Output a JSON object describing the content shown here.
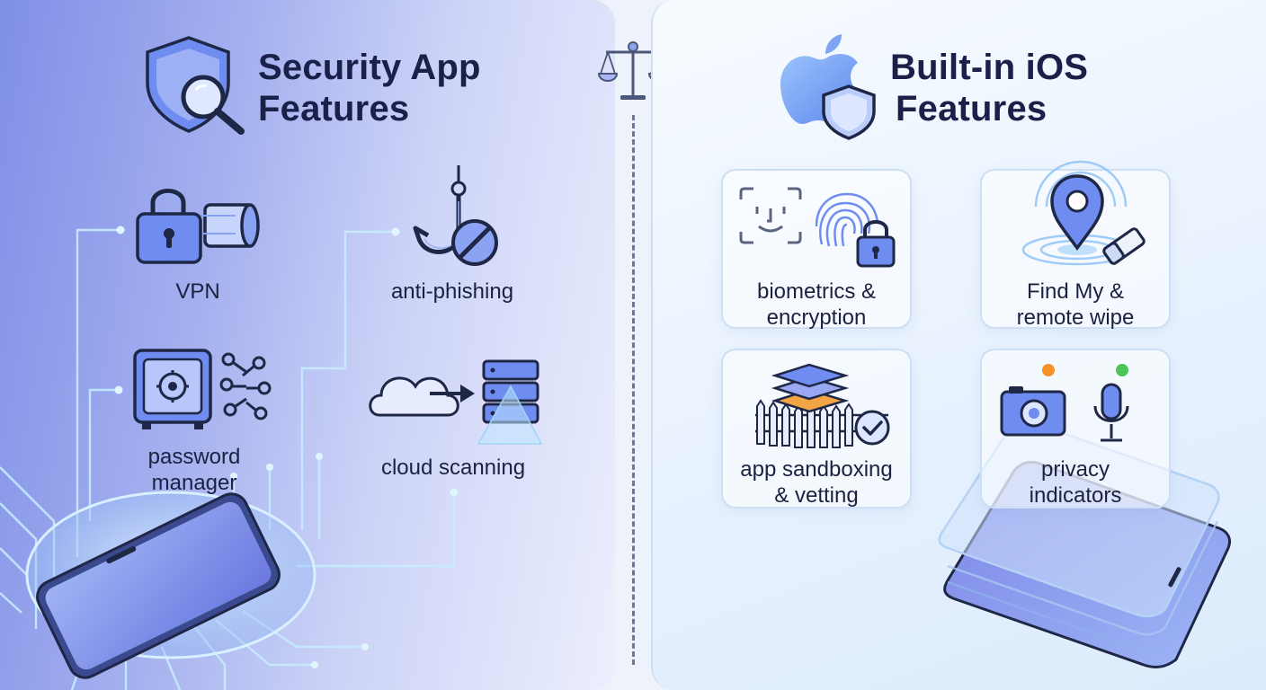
{
  "security_app": {
    "title_line1": "Security App",
    "title_line2": "Features",
    "features": [
      {
        "lines": [
          "VPN"
        ]
      },
      {
        "lines": [
          "anti-phishing"
        ]
      },
      {
        "lines": [
          "password",
          "manager"
        ]
      },
      {
        "lines": [
          "cloud scanning"
        ]
      }
    ]
  },
  "ios": {
    "title_line1": "Built-in iOS",
    "title_line2": "Features",
    "features": [
      {
        "lines": [
          "biometrics &",
          "encryption"
        ]
      },
      {
        "lines": [
          "Find My &",
          "remote wipe"
        ]
      },
      {
        "lines": [
          "app sandboxing",
          "& vetting"
        ]
      },
      {
        "lines": [
          "privacy",
          "indicators"
        ]
      }
    ]
  },
  "icons": {
    "security_shield": "shield-magnifier-icon",
    "vpn": "padlock-tunnel-icon",
    "anti_phishing": "fishhook-blocked-icon",
    "password_manager": "safe-keys-icon",
    "cloud_scanning": "cloud-server-icon",
    "apple": "apple-shield-icon",
    "balance": "scales-icon",
    "biometrics": "faceid-fingerprint-lock-icon",
    "find_my": "location-pin-eraser-icon",
    "sandboxing": "layers-fence-check-icon",
    "privacy": "camera-microphone-dots-icon"
  },
  "colors": {
    "left_panel_start": "#7f8fe6",
    "right_panel": "#eaf3fe",
    "title_text": "#1a2048",
    "icon_blue": "#6f8cf0",
    "icon_outline": "#1f2747",
    "circuit_glow": "#bfe6ff",
    "privacy_dot_orange": "#f5932a",
    "privacy_dot_green": "#4cc45a"
  }
}
